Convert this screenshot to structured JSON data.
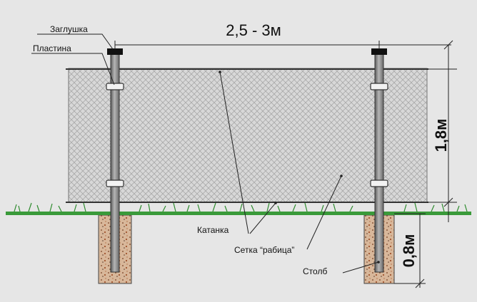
{
  "labels": {
    "cap": "Заглушка",
    "plate": "Пластина",
    "wire": "Катанка",
    "mesh": "Сетка “рабица”",
    "post": "Столб"
  },
  "dimensions": {
    "span": "2,5 - 3м",
    "height": "1,8м",
    "depth": "0,8м"
  },
  "colors": {
    "background": "#e6e6e6",
    "ground": "#3a9a3a",
    "concrete": "#c9a98a",
    "post": "#8e8e8e"
  }
}
